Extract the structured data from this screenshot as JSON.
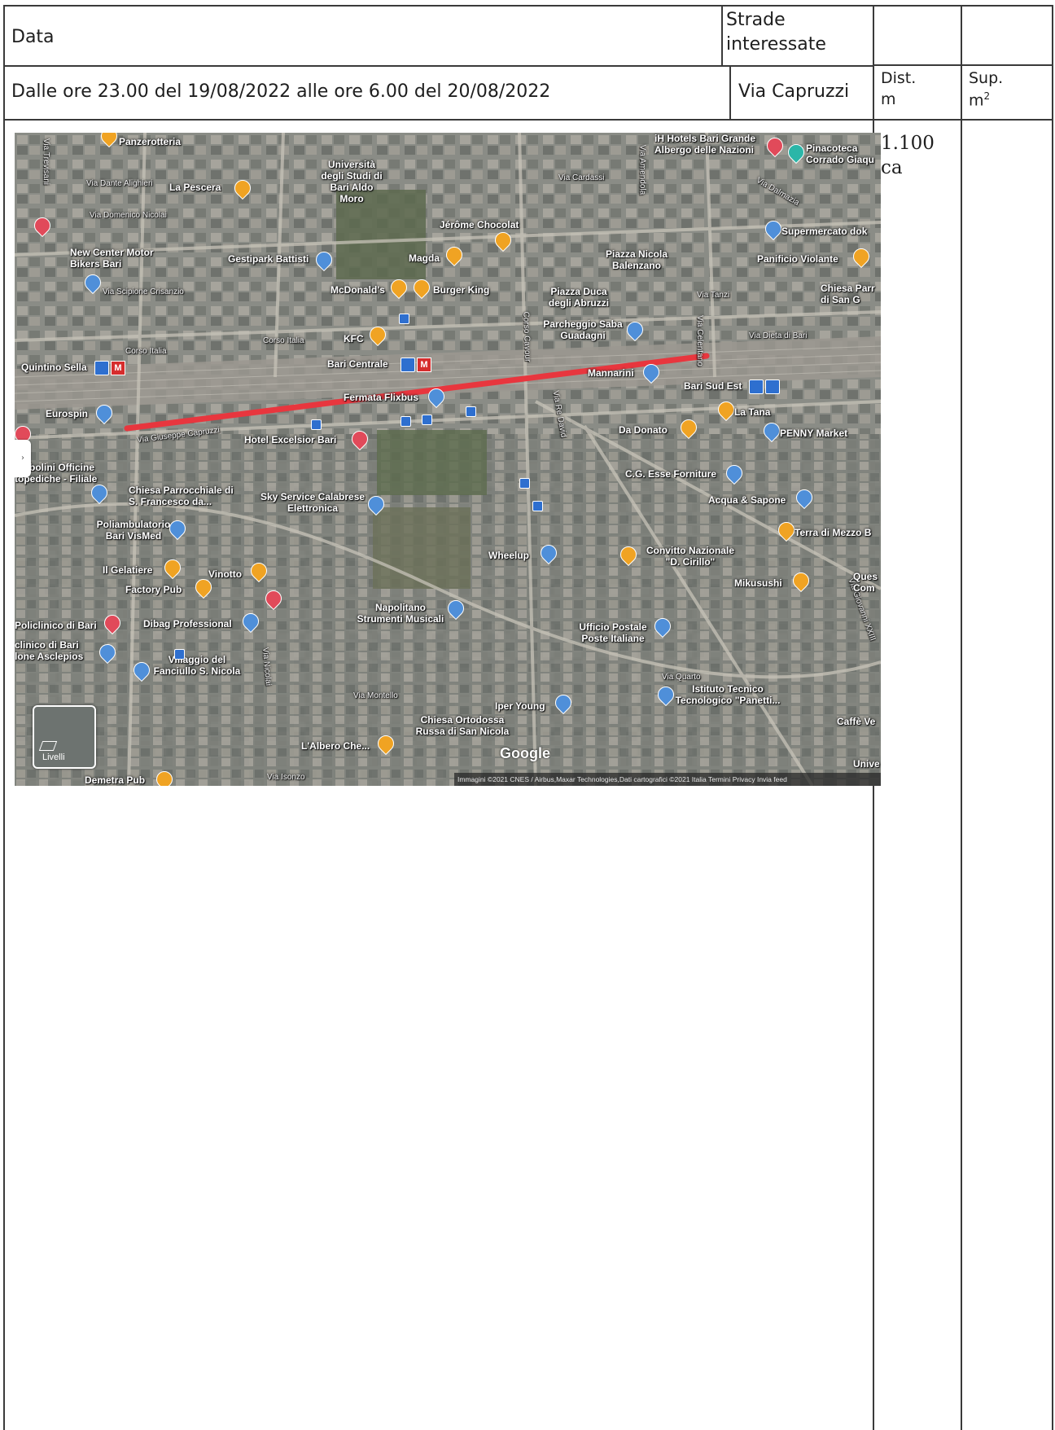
{
  "table": {
    "header_data": "Data",
    "header_strade": "Strade interessate",
    "dist_label": "Dist.",
    "dist_unit": "m",
    "sup_label": "Sup.",
    "sup_unit": "m",
    "sup_unit_exp": "2",
    "row_date": "Dalle ore 23.00 del 19/08/2022 alle ore 6.00 del 20/08/2022",
    "row_street": "Via Capruzzi",
    "row_distance": "1.100",
    "row_distance_suffix": "ca"
  },
  "map": {
    "route_color": "#e8363e",
    "labels": {
      "panzerotteria": "Panzerotteria",
      "universita": "Università degli Studi di Bari Aldo Moro",
      "la_pescLera": "La Pescera",
      "jerome": "Jérôme Chocolat",
      "new_center": "New Center Motor Bikers Bari",
      "gestipark": "Gestipark Battisti",
      "magda": "Magda",
      "mcdonalds": "McDonald's",
      "burger_king": "Burger King",
      "piazza_nicola": "Piazza Nicola Balenzano",
      "piazza_duca": "Piazza Duca degli Abruzzi",
      "parcheggio": "Parcheggio Saba Guadagni",
      "kfc": "KFC",
      "bari_centrale": "Bari Centrale",
      "quintino_sella": "Quintino Sella",
      "fermata_flixbus": "Fermata Flixbus",
      "mannarini": "Mannarini",
      "bari_sud_est": "Bari Sud Est",
      "la_tana": "La Tana",
      "eurospin": "Eurospin",
      "hotel_excelsior": "Hotel Excelsior Bari",
      "da_donato": "Da Donato",
      "penny": "PENNY Market",
      "ihhotels": "iH Hotels Bari Grande Albergo delle Nazioni",
      "pinacoteca": "Pinacoteca Corrado Giaqu",
      "supermercato": "Supermercato dok",
      "panificio": "Panificio Violante",
      "chiesa_parr_sg": "Chiesa Parr di San G",
      "cgesse": "C.G. Esse Forniture",
      "acqua_sapone": "Acqua & Sapone",
      "terra_mezzo": "Terra di Mezzo B",
      "sky_service": "Sky Service Calabrese Elettronica",
      "chiesa_sf": "Chiesa Parrocchiale di S. Francesco da...",
      "ombolini": "ombolini Officine topediche - Filiale",
      "poliambulatorio": "Poliambulatorio Bari VisMed",
      "il_gelatiere": "Il Gelatiere",
      "vinotto": "Vinotto",
      "factory_pub": "Factory Pub",
      "wheelup": "Wheelup",
      "convitto": "Convitto Nazionale \"D. Cirillo\"",
      "mikusushi": "Mikusushi",
      "policlinico": "Policlinico di Bari",
      "clinico": "clinico di Bari lone Asclepios",
      "dibag": "Dibag Professional",
      "napolitano": "Napolitano Strumenti Musicali",
      "ufficio_postale": "Ufficio Postale Poste Italiane",
      "villaggio": "Villaggio del Fanciullo S. Nicola",
      "istituto": "Istituto Tecnico Tecnologico \"Panetti...",
      "iper_young": "Iper Young",
      "chiesa_ortodossa": "Chiesa Ortodossa Russa di San Nicola",
      "albero": "L'Albero Che...",
      "caffe": "Caffè Ve",
      "univ": "Unive",
      "ques": "Ques Com",
      "damasa": "Demetra Pub",
      "metro_m": "M"
    },
    "streets": {
      "via_dante": "Via Dante Alighieri",
      "via_domenico": "Via Domenico Nicolai",
      "via_scipione": "Via Scipione Crisanzio",
      "corso_italia": "Corso Italia",
      "corso_italia_2": "Corso Italia",
      "via_capruzzi": "Via Giuseppe Capruzzi",
      "via_cardassi": "Via Cardassi",
      "via_trevisani": "Via Trevisani",
      "via_tanzi": "Via Tanzi",
      "via_dieta": "Via Dieta di Bari",
      "corso_cavour": "Corso Cavour",
      "via_re_david": "Via Re David",
      "via_montello": "Via Montello",
      "via_isonzo": "Via Isonzo",
      "via_quarto": "Via Quarto",
      "via_amendola": "Via Amendola",
      "via_giovanni": "Via Giovanni XXIII",
      "via_nicolai": "Via Nicolai",
      "via_dalmazia": "Via Dalmazia",
      "via_celentano": "Via Celentano"
    },
    "controls": {
      "layers_label": "Livelli",
      "google": "Google",
      "credits": "Immagini ©2021 CNES / Airbus,Maxar Technologies,Dati cartografici ©2021   Italia   Termini   Privacy   Invia feed"
    }
  }
}
